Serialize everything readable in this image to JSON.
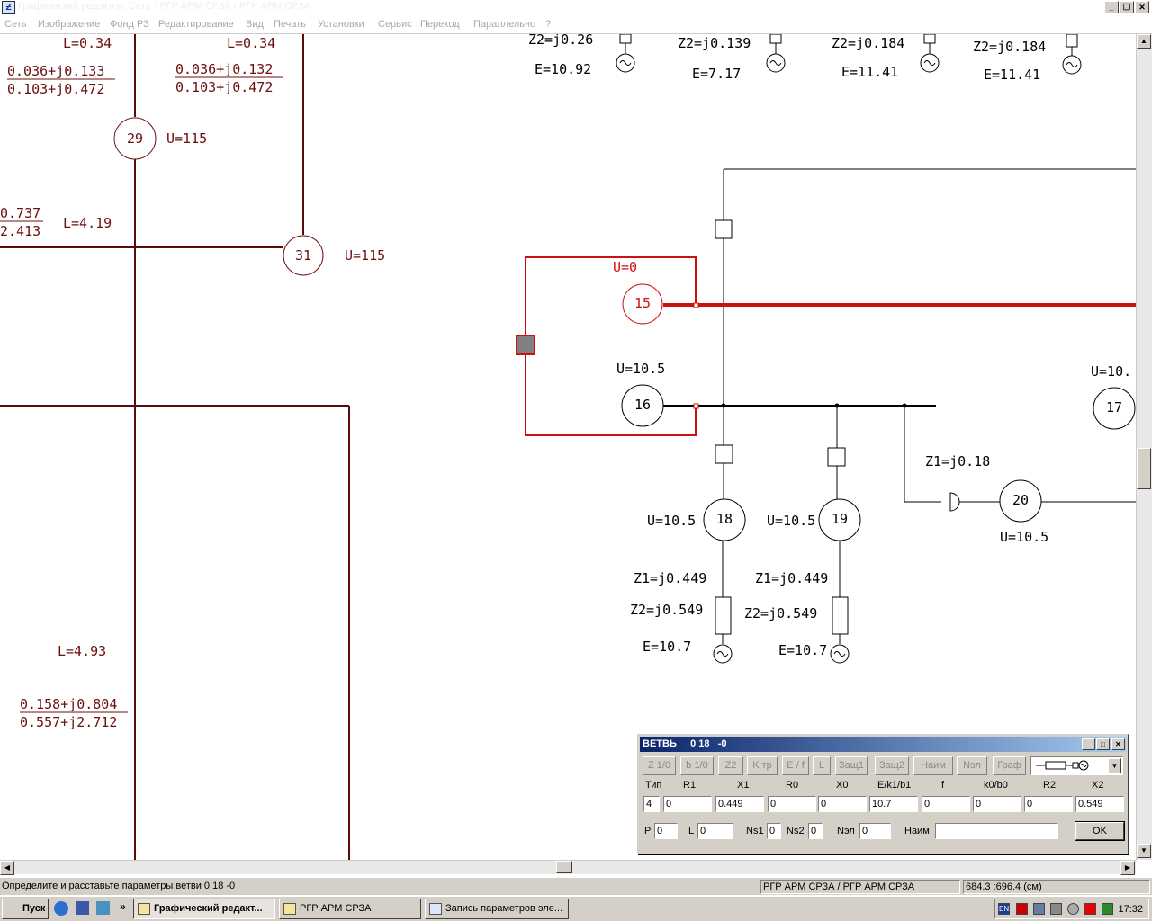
{
  "window": {
    "title": "Графический редактор. Сеть - РГР АРМ СРЗА / РГР АРМ СРЗА",
    "app_icon_label": "Ƶ",
    "minimize": "_",
    "restore": "❐",
    "close": "✕"
  },
  "menu": [
    "Сеть",
    "Изображение",
    "Фонд РЗ",
    "Редактирование",
    "Вид",
    "Печать",
    "Установки",
    "Сервис",
    "Переход",
    "Параллельно",
    "?"
  ],
  "diagram": {
    "nodes": [
      {
        "id": "29",
        "voltage": "U=115",
        "color": "#6b0f0f"
      },
      {
        "id": "31",
        "voltage": "U=115",
        "color": "#6b0f0f"
      },
      {
        "id": "15",
        "voltage": "U=0",
        "color": "#cc1111"
      },
      {
        "id": "16",
        "voltage": "U=10.5",
        "color": "#000000"
      },
      {
        "id": "17",
        "voltage": "U=10.",
        "color": "#000000"
      },
      {
        "id": "18",
        "voltage": "U=10.5",
        "color": "#000000"
      },
      {
        "id": "19",
        "voltage": "U=10.5",
        "color": "#000000"
      },
      {
        "id": "20",
        "voltage": "U=10.5",
        "color": "#000000"
      }
    ],
    "labels": {
      "left_l1": "L=0.34",
      "left_frac_top1": "0.036+j0.133",
      "left_frac_bot1": "0.103+j0.472",
      "mid_l1": "L=0.34",
      "mid_frac_top1": "0.036+j0.132",
      "mid_frac_bot1": "0.103+j0.472",
      "edge_frac_top": "0.737",
      "edge_frac_bot": "2.413",
      "mid_l2": "L=4.19",
      "bottom_l": "L=4.93",
      "bottom_frac_top": "0.158+j0.804",
      "bottom_frac_bot": "0.557+j2.712",
      "gen1_z2": "Z2=j0.26",
      "gen1_e": "E=10.92",
      "gen2_z2": "Z2=j0.139",
      "gen2_e": "E=7.17",
      "gen3_z2": "Z2=j0.184",
      "gen3_e": "E=11.41",
      "gen4_z2": "Z2=j0.184",
      "gen4_e": "E=11.41",
      "g18_z1": "Z1=j0.449",
      "g18_z2": "Z2=j0.549",
      "g18_e": "E=10.7",
      "g19_z1": "Z1=j0.449",
      "g19_z2": "Z2=j0.549",
      "g19_e": "E=10.7",
      "n20_z1": "Z1=j0.18"
    }
  },
  "dialog": {
    "title": "ВЕТВЬ     0 18   -0",
    "minimize": "_",
    "restore": "□",
    "close": "✕",
    "tools": [
      "Z 1/0",
      "b 1/0",
      "Z2",
      "K тр",
      "E / f",
      "L",
      "Защ1",
      "Защ2",
      "Наим",
      "Nэл",
      "Граф"
    ],
    "combo_icon": "resistor-generator",
    "headers": [
      "Тип",
      "R1",
      "X1",
      "R0",
      "X0",
      "E/k1/b1",
      "f",
      "k0/b0",
      "R2",
      "X2"
    ],
    "values": [
      "4",
      "0",
      "0.449",
      "0",
      "0",
      "10.7",
      "0",
      "0",
      "0",
      "0.549"
    ],
    "row2": {
      "p_label": "P",
      "p_value": "0",
      "l_label": "L",
      "l_value": "0",
      "ns1_label": "Ns1",
      "ns1_value": "0",
      "ns2_label": "Ns2",
      "ns2_value": "0",
      "nel_label": "Nэл",
      "nel_value": "0",
      "name_label": "Наим",
      "name_value": ""
    },
    "ok": "OK"
  },
  "status": {
    "message": "Определите и расставьте параметры ветви  0 18   -0",
    "project": "РГР АРМ СРЗА / РГР АРМ СРЗА",
    "coords": "684.3   :696.4   (см)"
  },
  "taskbar": {
    "start": "Пуск",
    "chevron": "»",
    "buttons": [
      "Графический редакт...",
      "РГР АРМ СРЗА",
      "Запись параметров эле..."
    ],
    "lang": "EN",
    "clock": "17:32"
  },
  "scroll": {
    "up": "▲",
    "down": "▼",
    "left": "◀",
    "right": "▶"
  }
}
